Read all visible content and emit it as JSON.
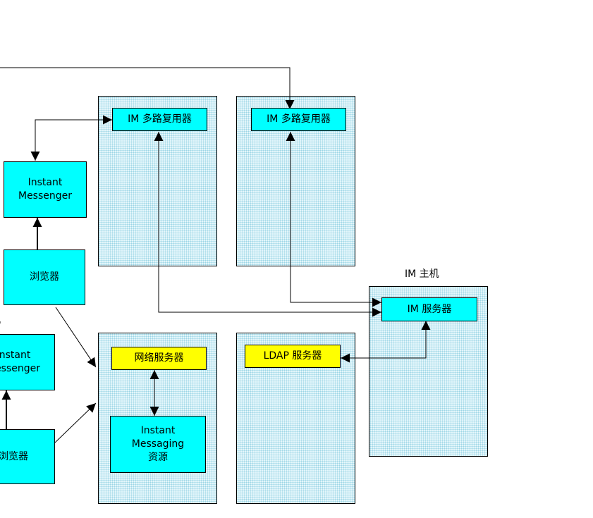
{
  "colors": {
    "component": "#00ffff",
    "server": "#ffff00",
    "host_fill": "#e4f6fb",
    "line": "#000000"
  },
  "diagram": {
    "multiplexer_1": "IM 多路复用器",
    "multiplexer_2": "IM 多路复用器",
    "messenger_top": "Instant\nMessenger",
    "browser_top": "浏览器",
    "messenger_bottom": "Instant\nMessenger",
    "browser_bottom": "浏览器",
    "web_server": "网络服务器",
    "im_resource": "Instant\nMessaging\n资源",
    "ldap_server": "LDAP 服务器",
    "im_host_label": "IM 主机",
    "im_server": "IM 服务器"
  }
}
